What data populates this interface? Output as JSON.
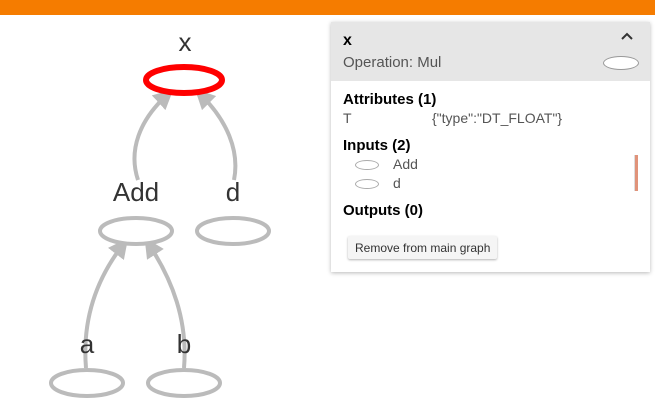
{
  "graph": {
    "nodes": [
      {
        "id": "x",
        "label": "x",
        "selected": true
      },
      {
        "id": "add",
        "label": "Add",
        "selected": false
      },
      {
        "id": "d",
        "label": "d",
        "selected": false
      },
      {
        "id": "a",
        "label": "a",
        "selected": false
      },
      {
        "id": "b",
        "label": "b",
        "selected": false
      }
    ],
    "edges": [
      {
        "from": "add",
        "to": "x"
      },
      {
        "from": "d",
        "to": "x"
      },
      {
        "from": "a",
        "to": "add"
      },
      {
        "from": "b",
        "to": "add"
      }
    ],
    "colors": {
      "node_stroke": "#bbbbbb",
      "selected_stroke": "#ff0000",
      "edge": "#bbbbbb",
      "accent_bar": "#f57c00"
    }
  },
  "panel": {
    "title": "x",
    "operation": "Operation: Mul",
    "attributes_title": "Attributes (1)",
    "attributes": [
      {
        "key": "T",
        "value": "{\"type\":\"DT_FLOAT\"}"
      }
    ],
    "inputs_title": "Inputs (2)",
    "inputs": [
      "Add",
      "d"
    ],
    "outputs_title": "Outputs (0)",
    "remove_button": "Remove from main graph"
  }
}
